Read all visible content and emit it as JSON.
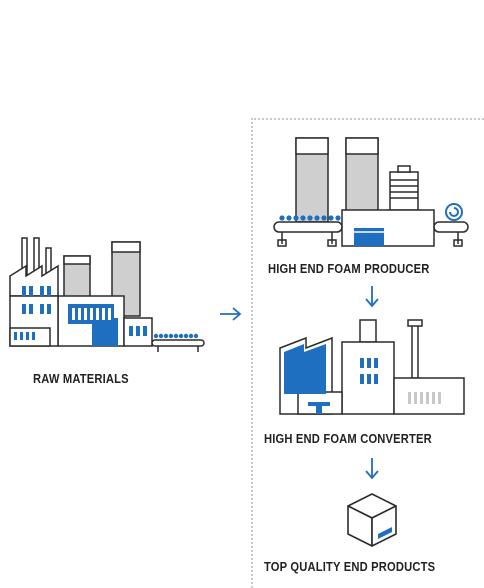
{
  "labels": {
    "raw_materials": "RAW MATERIALS",
    "producer": "HIGH END FOAM PRODUCER",
    "converter": "HIGH END FOAM CONVERTER",
    "products": "TOP QUALITY END PRODUCTS"
  },
  "icons": {
    "raw_materials": "raw-materials-factory-icon",
    "producer": "foam-producer-plant-icon",
    "converter": "foam-converter-factory-icon",
    "products": "box-package-icon",
    "flow_right": "arrow-right-icon",
    "flow_down": "arrow-down-icon"
  },
  "colors": {
    "line": "#2b2b2b",
    "accent": "#1e6fc0",
    "fill_grey": "#cfcfcf",
    "divider": "#c8c8c8"
  }
}
